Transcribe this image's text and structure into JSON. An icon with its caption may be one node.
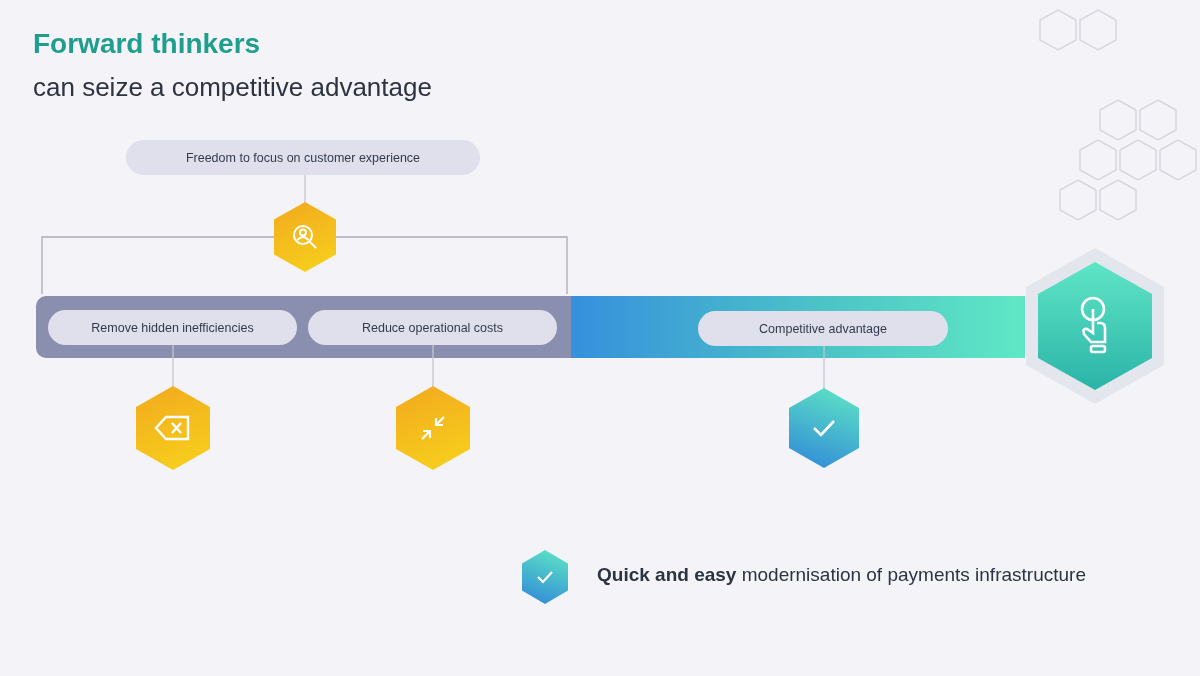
{
  "diagram": {
    "title": "Forward thinkers",
    "nodes": [
      {
        "text": [
          "Freedom to focus on customer experience"
        ]
      },
      {
        "text": [],
        "shape": "hexagon"
      },
      {
        "text": [],
        "shape": "bar"
      },
      {
        "text": [
          "Remove hidden inefficiencies"
        ],
        "in": 2
      },
      {
        "text": [
          "Reduce operational costs"
        ],
        "in": 2
      },
      {
        "text": [],
        "shape": "bar"
      },
      {
        "text": [
          "Competitive advantage"
        ],
        "in": 5
      },
      {
        "text": [],
        "shape": "hexagon"
      },
      {
        "text": [],
        "shape": "hexagon"
      },
      {
        "text": [],
        "shape": "hexagon"
      },
      {
        "text": [],
        "shape": "hexagon"
      }
    ],
    "edges": [
      {
        "from": 0,
        "to": 1,
        "arrow": "none"
      },
      {
        "from": 3,
        "to": 8,
        "arrow": "none"
      },
      {
        "from": 4,
        "to": 9,
        "arrow": "none"
      },
      {
        "from": 6,
        "to": 10,
        "arrow": "none"
      }
    ],
    "labels": [
      "can seize a competitive advantage",
      "**Quick and easy** modernisation of payments infrastructure"
    ]
  }
}
